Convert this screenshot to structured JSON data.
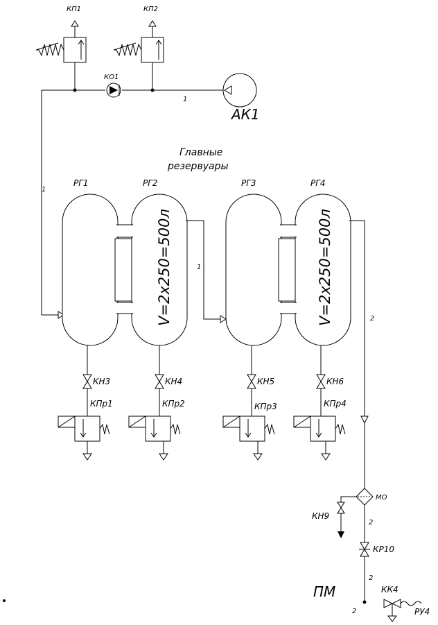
{
  "colors": {
    "line": "#000000",
    "background": "#ffffff"
  },
  "labels": {
    "kp1": "КП1",
    "kp2": "КП2",
    "ko1": "КО1",
    "ak1": "АК1",
    "main_tanks_line1": "Главные",
    "main_tanks_line2": "резервуары",
    "rg1": "РГ1",
    "rg2": "РГ2",
    "rg3": "РГ3",
    "rg4": "РГ4",
    "volume_left": "V=2x250=500л",
    "volume_right": "V=2x250=500л",
    "kn3": "КН3",
    "kn4": "КН4",
    "kn5": "КН5",
    "kn6": "КН6",
    "kpr1": "КПр1",
    "kpr2": "КПр2",
    "kpr3": "КПр3",
    "kpr4": "КПр4",
    "mo": "МО",
    "kn9": "КН9",
    "kr10": "КР10",
    "pm": "ПМ",
    "kk4": "КК4",
    "ru4": "РУ4"
  },
  "line_numbers": {
    "top_line": "1",
    "left_line": "1",
    "mid_line": "1",
    "right_line": "2",
    "mo_below": "2",
    "kr10_below": "2",
    "bottom": "2"
  }
}
